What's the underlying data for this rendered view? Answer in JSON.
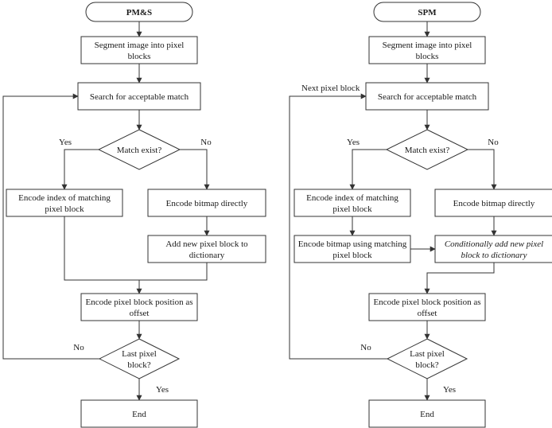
{
  "pms": {
    "title": "PM&S",
    "segment": [
      "Segment image into pixel",
      "blocks"
    ],
    "search": "Search for acceptable match",
    "decision": "Match exist?",
    "yes_label": "Yes",
    "no_label": "No",
    "encode_index": [
      "Encode index of matching",
      "pixel block"
    ],
    "encode_bitmap": "Encode bitmap directly",
    "add_block": [
      "Add new pixel block to",
      "dictionary"
    ],
    "encode_position": [
      "Encode pixel block position as",
      "offset"
    ],
    "last_decision": [
      "Last pixel",
      "block?"
    ],
    "last_no_label": "No",
    "last_yes_label": "Yes",
    "end": "End"
  },
  "spm": {
    "title": "SPM",
    "segment": [
      "Segment image into pixel",
      "blocks"
    ],
    "next_label": "Next pixel block",
    "search": "Search for acceptable match",
    "decision": "Match exist?",
    "yes_label": "Yes",
    "no_label": "No",
    "encode_index": [
      "Encode index of matching",
      "pixel block"
    ],
    "encode_bitmap": "Encode bitmap directly",
    "encode_bitmap_matching": [
      "Encode bitmap using matching",
      "pixel block"
    ],
    "conditional_add": [
      "Conditionally add new pixel",
      "block to dictionary"
    ],
    "encode_position": [
      "Encode pixel block position as",
      "offset"
    ],
    "last_decision": [
      "Last pixel",
      "block?"
    ],
    "last_no_label": "No",
    "last_yes_label": "Yes",
    "end": "End"
  }
}
